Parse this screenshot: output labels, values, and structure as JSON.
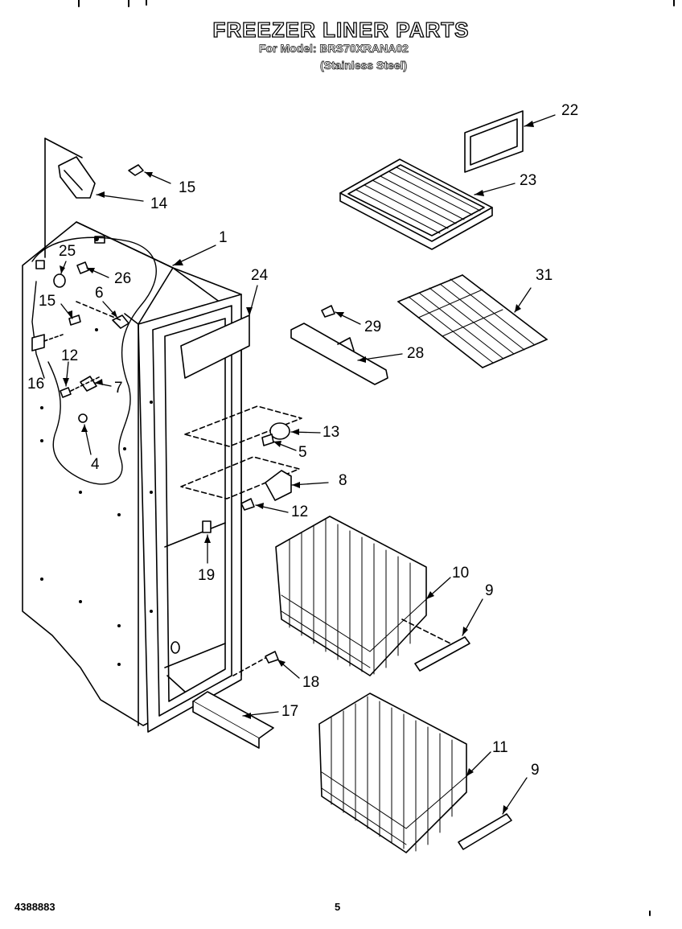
{
  "header": {
    "title": "FREEZER LINER PARTS",
    "model_line": "For Model: BRS70XRANA02",
    "finish_line": "(Stainless Steel)"
  },
  "callouts": [
    "1",
    "4",
    "5",
    "6",
    "7",
    "8",
    "9",
    "9",
    "10",
    "11",
    "12",
    "12",
    "13",
    "14",
    "15",
    "15",
    "16",
    "17",
    "18",
    "19",
    "22",
    "23",
    "24",
    "25",
    "26",
    "28",
    "29",
    "31"
  ],
  "footer": {
    "doc_number": "4388883",
    "page_number": "5"
  }
}
